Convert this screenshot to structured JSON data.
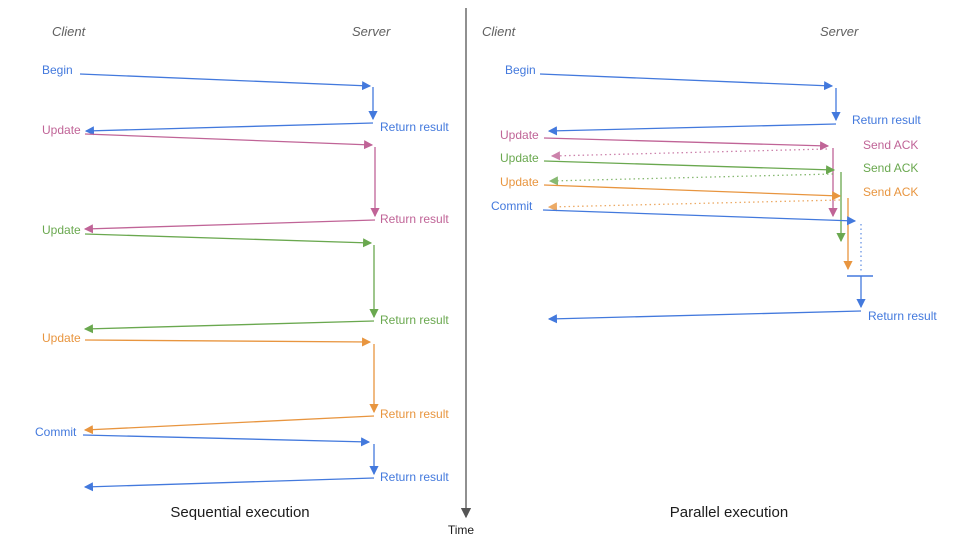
{
  "colors": {
    "blue": "#4379dd",
    "pink": "#c06497",
    "green": "#6aa84f",
    "orange": "#e8953f",
    "axis": "#555555",
    "heading": "#606060",
    "title": "#1c1c1c"
  },
  "time_axis": {
    "label": "Time"
  },
  "left": {
    "title": "Sequential execution",
    "client_label": "Client",
    "server_label": "Server",
    "steps": [
      {
        "request": "Begin",
        "response": "Return result",
        "color": "blue"
      },
      {
        "request": "Update",
        "response": "Return result",
        "color": "pink"
      },
      {
        "request": "Update",
        "response": "Return result",
        "color": "green"
      },
      {
        "request": "Update",
        "response": "Return result",
        "color": "orange"
      },
      {
        "request": "Commit",
        "response": "Return result",
        "color": "blue"
      }
    ]
  },
  "right": {
    "title": "Parallel execution",
    "client_label": "Client",
    "server_label": "Server",
    "steps": [
      {
        "request": "Begin",
        "response": "Return result",
        "color": "blue"
      },
      {
        "request": "Update",
        "response": "Send ACK",
        "color": "pink"
      },
      {
        "request": "Update",
        "response": "Send ACK",
        "color": "green"
      },
      {
        "request": "Update",
        "response": "Send ACK",
        "color": "orange"
      },
      {
        "request": "Commit",
        "response": "Return result",
        "color": "blue"
      }
    ]
  }
}
